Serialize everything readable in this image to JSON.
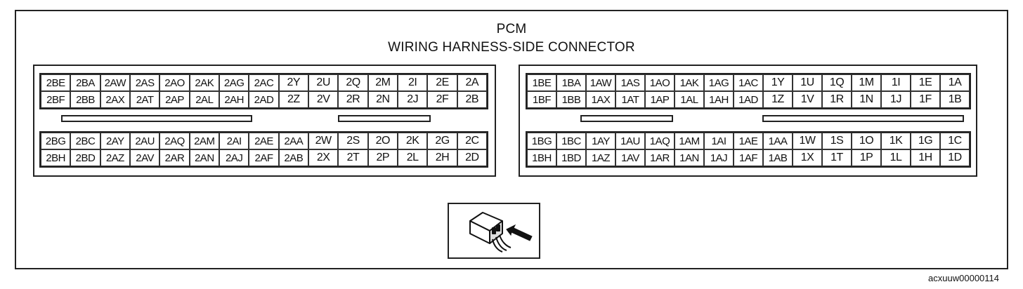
{
  "title_line1": "PCM",
  "title_line2": "WIRING HARNESS-SIDE CONNECTOR",
  "image_code": "acxuuw00000114",
  "icon": "connector-harness-side-view-icon",
  "connectors": {
    "c2": {
      "upper": [
        [
          "2BE",
          "2BA",
          "2AW",
          "2AS",
          "2AO",
          "2AK",
          "2AG",
          "2AC",
          "2Y",
          "2U",
          "2Q",
          "2M",
          "2I",
          "2E",
          "2A"
        ],
        [
          "2BF",
          "2BB",
          "2AX",
          "2AT",
          "2AP",
          "2AL",
          "2AH",
          "2AD",
          "2Z",
          "2V",
          "2R",
          "2N",
          "2J",
          "2F",
          "2B"
        ]
      ],
      "lower": [
        [
          "2BG",
          "2BC",
          "2AY",
          "2AU",
          "2AQ",
          "2AM",
          "2AI",
          "2AE",
          "2AA",
          "2W",
          "2S",
          "2O",
          "2K",
          "2G",
          "2C"
        ],
        [
          "2BH",
          "2BD",
          "2AZ",
          "2AV",
          "2AR",
          "2AN",
          "2AJ",
          "2AF",
          "2AB",
          "2X",
          "2T",
          "2P",
          "2L",
          "2H",
          "2D"
        ]
      ]
    },
    "c1": {
      "upper": [
        [
          "1BE",
          "1BA",
          "1AW",
          "1AS",
          "1AO",
          "1AK",
          "1AG",
          "1AC",
          "1Y",
          "1U",
          "1Q",
          "1M",
          "1I",
          "1E",
          "1A"
        ],
        [
          "1BF",
          "1BB",
          "1AX",
          "1AT",
          "1AP",
          "1AL",
          "1AH",
          "1AD",
          "1Z",
          "1V",
          "1R",
          "1N",
          "1J",
          "1F",
          "1B"
        ]
      ],
      "lower": [
        [
          "1BG",
          "1BC",
          "1AY",
          "1AU",
          "1AQ",
          "1AM",
          "1AI",
          "1AE",
          "1AA",
          "1W",
          "1S",
          "1O",
          "1K",
          "1G",
          "1C"
        ],
        [
          "1BH",
          "1BD",
          "1AZ",
          "1AV",
          "1AR",
          "1AN",
          "1AJ",
          "1AF",
          "1AB",
          "1X",
          "1T",
          "1P",
          "1L",
          "1H",
          "1D"
        ]
      ]
    }
  }
}
